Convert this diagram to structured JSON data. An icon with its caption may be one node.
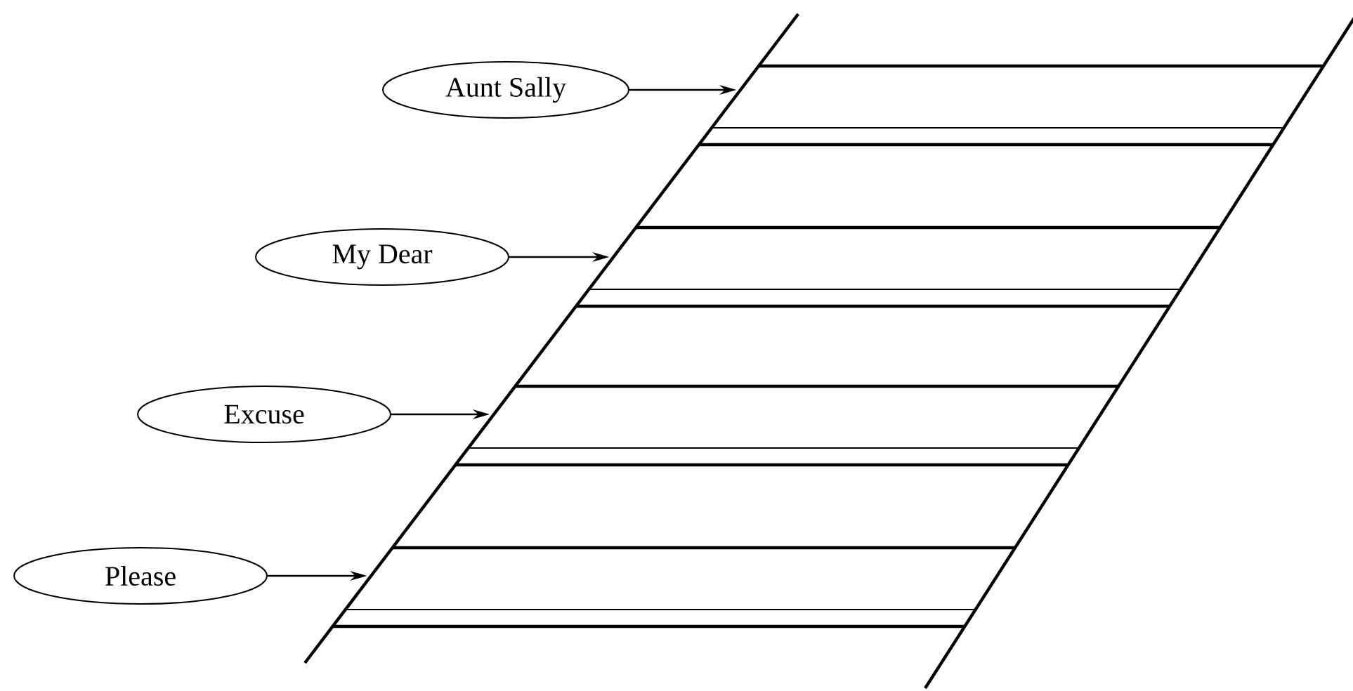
{
  "diagram": {
    "nodes": [
      {
        "text": [
          "Aunt Sally"
        ]
      },
      {
        "text": [
          "My Dear"
        ]
      },
      {
        "text": [
          "Excuse"
        ]
      },
      {
        "text": [
          "Please"
        ]
      }
    ],
    "edges": [
      {
        "from": 0,
        "to": null,
        "arrow": "to"
      },
      {
        "from": 1,
        "to": null,
        "arrow": "to"
      },
      {
        "from": 2,
        "to": null,
        "arrow": "to"
      },
      {
        "from": 3,
        "to": null,
        "arrow": "to"
      }
    ]
  }
}
